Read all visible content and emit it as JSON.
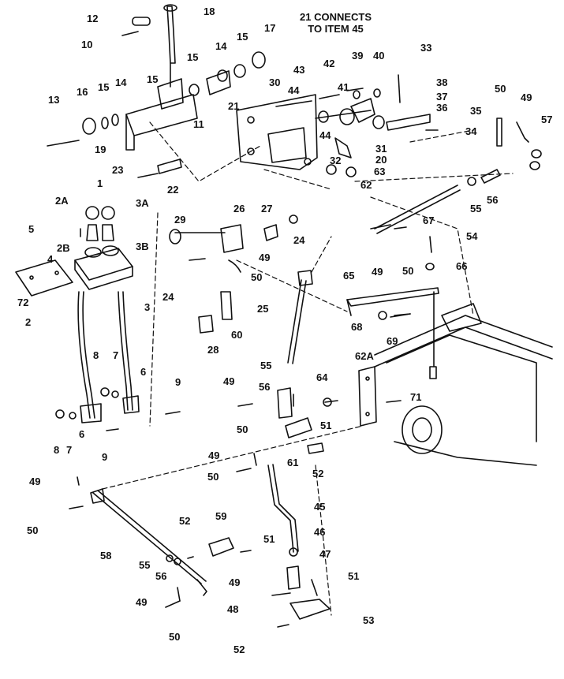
{
  "diagram": {
    "note_lines": [
      "21 CONNECTS",
      "TO ITEM 45"
    ],
    "callouts": [
      "1",
      "2",
      "2A",
      "2B",
      "3",
      "3A",
      "3B",
      "4",
      "5",
      "6",
      "7",
      "8",
      "9",
      "10",
      "11",
      "12",
      "13",
      "14",
      "15",
      "16",
      "17",
      "18",
      "19",
      "20",
      "21",
      "22",
      "23",
      "24",
      "25",
      "26",
      "27",
      "28",
      "29",
      "30",
      "31",
      "32",
      "33",
      "34",
      "35",
      "36",
      "37",
      "38",
      "39",
      "40",
      "41",
      "42",
      "43",
      "44",
      "45",
      "46",
      "47",
      "48",
      "49",
      "50",
      "51",
      "52",
      "53",
      "54",
      "55",
      "56",
      "57",
      "58",
      "59",
      "60",
      "61",
      "62",
      "62A",
      "63",
      "64",
      "65",
      "66",
      "67",
      "68",
      "69",
      "71",
      "72"
    ],
    "colors": {
      "line": "#111111",
      "background": "#ffffff"
    }
  }
}
